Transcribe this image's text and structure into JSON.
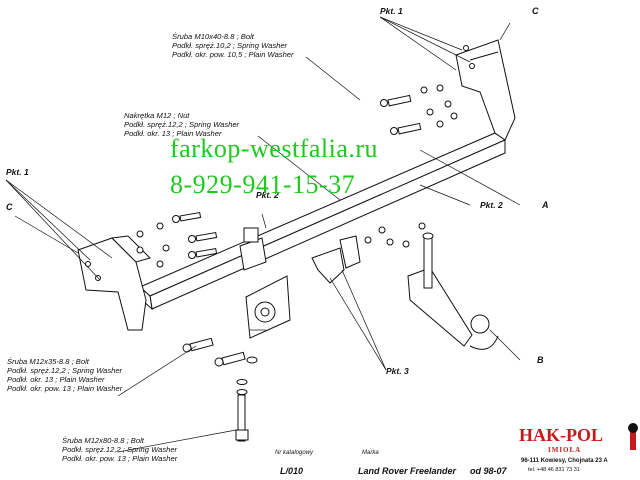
{
  "callouts": {
    "top_bolt": [
      "Śruba M10x40-8.8 ;  Bolt",
      "Podkł. spręż.10,2 ; Spring Washer",
      "Podkł. okr. pow. 10,5 ; Plain Washer"
    ],
    "nut": [
      "Nakrętka  M12 ; Nut",
      "Podkł. spręż.12,2 ; Spring Washer",
      "Podkł. okr. 13 ; Plain Washer"
    ],
    "bolt_m12x35": [
      "Śruba M12x35-8.8 ;  Bolt",
      "Podkł. spręż.12,2 ; Spring Washer",
      "Podkł. okr. 13 ; Plain Washer",
      "Podkł. okr. pow. 13 ; Plain Washer"
    ],
    "bolt_m12x80": [
      "Śruba M12x80-8.8 ;  Bolt",
      "Podkł. spręż.12,2 ; Spring Washer",
      "Podkł. okr. pow. 13 ; Plain Washer"
    ]
  },
  "points": {
    "pkt1_top": "Pkt. 1",
    "pkt1_left": "Pkt. 1",
    "pkt2_mid": "Pkt. 2",
    "pkt2_right": "Pkt. 2",
    "pkt3": "Pkt. 3"
  },
  "letters": {
    "c_top": "C",
    "c_left": "C",
    "a": "A",
    "b": "B"
  },
  "watermark": {
    "site": "farkop-westfalia.ru",
    "phone": "8-929-941-15-37",
    "color": "#1fc81f"
  },
  "footer": {
    "catalog_caption": "Nr katalogowy",
    "catalog_number": "L/010",
    "make_caption": "Marka",
    "make": "Land Rover Freelander",
    "years": "od 98-07"
  },
  "logo": {
    "name": "HAK-POL",
    "sub": "IMIOŁA",
    "address": "96-111 Kowiesy, Chojnata 23 A",
    "phone": "tel. +48 46 831 73 31",
    "color": "#c51b1b"
  }
}
